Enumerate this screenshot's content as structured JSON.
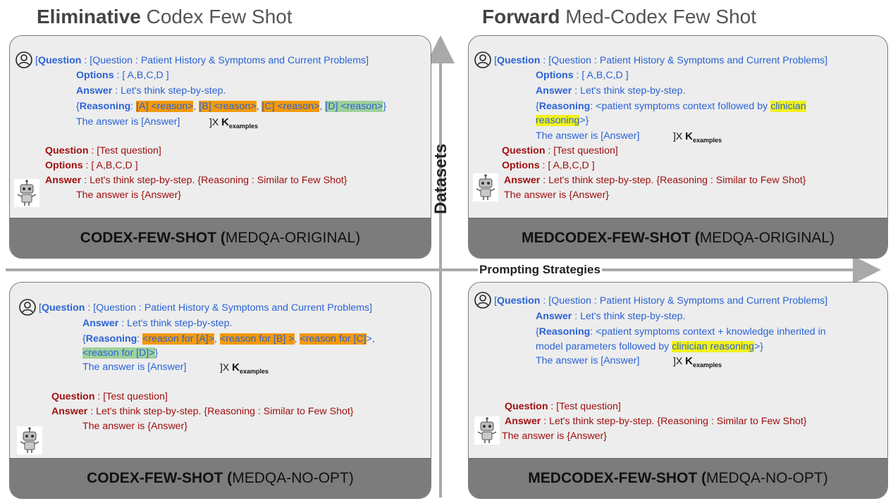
{
  "headings": {
    "left": {
      "bold": "Eliminative",
      "rest": " Codex Few Shot"
    },
    "right": {
      "bold": "Forward",
      "rest": " Med-Codex Few Shot"
    }
  },
  "axes": {
    "y_label": "Datasets",
    "x_label": "Prompting Strategies"
  },
  "panels": {
    "tl": {
      "footer_bold": "CODEX-FEW-SHOT (",
      "footer_rest": "MEDQA-ORIGINAL)",
      "q_bracket": "[",
      "q_label": "Question",
      "q_text": " : [Question : Patient History & Symptoms and Current Problems]",
      "opt_label": "Options",
      "opt_text": " : [ A,B,C,D ]",
      "ans_label": "Answer",
      "ans_text": " : Let's think step-by-step.",
      "reason_open": "{",
      "reason_label": "Reasoning",
      "reason_colon": ": ",
      "reason_a": "[A] <reason>",
      "reason_b": "[B] <reason>",
      "reason_c": "[C] <reason>",
      "reason_d": "[D] <reason>",
      "sep": ", ",
      "reason_close": "}",
      "final": "The answer is [Answer]",
      "mult": "]X ",
      "k": "K",
      "k_sub": "examples",
      "tq_label": "Question",
      "tq_text": " : [Test question]",
      "to_label": "Options",
      "to_text": " : [ A,B,C,D ]",
      "ta_label": "Answer",
      "ta_text": " : Let's think step-by-step. {Reasoning : Similar to Few Shot}",
      "ta_final": "The answer is {Answer}"
    },
    "tr": {
      "footer_bold": "MEDCODEX-FEW-SHOT (",
      "footer_rest": "MEDQA-ORIGINAL)",
      "q_bracket": "[",
      "q_label": "Question",
      "q_text": " : [Question : Patient History & Symptoms and Current Problems]",
      "opt_label": "Options",
      "opt_text": " : [ A,B,C,D ]",
      "ans_label": "Answer",
      "ans_text": " : Let's think step-by-step.",
      "reason_open": "{",
      "reason_label": "Reasoning",
      "reason_text1": ": <patient symptoms context followed by ",
      "reason_hl1": "clinician",
      "reason_hl2": "reasoning",
      "reason_close": ">}",
      "final": "The answer is [Answer]",
      "mult": "]X ",
      "k": "K",
      "k_sub": "examples",
      "tq_label": "Question",
      "tq_text": " : [Test question]",
      "to_label": "Options",
      "to_text": " : [ A,B,C,D ]",
      "ta_label": "Answer",
      "ta_text": " : Let's think step-by-step. {Reasoning : Similar to Few Shot}",
      "ta_final": "The answer is {Answer}"
    },
    "bl": {
      "footer_bold": "CODEX-FEW-SHOT (",
      "footer_rest": "MEDQA-NO-OPT)",
      "q_bracket": "[",
      "q_label": "Question",
      "q_text": " : [Question : Patient History & Symptoms and Current Problems]",
      "ans_label": "Answer",
      "ans_text": " : Let's think step-by-step.",
      "reason_open": "{",
      "reason_label": "Reasoning",
      "reason_colon": ": ",
      "reason_a": "<reason for [A]>",
      "reason_b": "<reason for [B] >",
      "reason_c": "<reason for [C]",
      "reason_c_close": ">,",
      "reason_d": "<reason for [D]>",
      "reason_close": "}",
      "sep": ", ",
      "final": "The answer is [Answer]",
      "mult": "]X ",
      "k": "K",
      "k_sub": "examples",
      "tq_label": "Question",
      "tq_text": " : [Test question]",
      "ta_label": "Answer",
      "ta_text": " : Let's think step-by-step. {Reasoning : Similar to Few Shot}",
      "ta_final": "The answer is {Answer}"
    },
    "br": {
      "footer_bold": "MEDCODEX-FEW-SHOT (",
      "footer_rest": "MEDQA-NO-OPT)",
      "q_bracket": "[",
      "q_label": "Question",
      "q_text": " : [Question : Patient History & Symptoms and Current Problems]",
      "ans_label": "Answer",
      "ans_text": " : Let's think step-by-step.",
      "reason_open": "{",
      "reason_label": "Reasoning",
      "reason_text1": ": <patient symptoms context + knowledge inherited in",
      "reason_text2": "model parameters followed by ",
      "reason_hl": "clinician reasoning",
      "reason_close": ">}",
      "final": "The answer is [Answer]",
      "mult": "]X ",
      "k": "K",
      "k_sub": "examples",
      "tq_label": "Question",
      "tq_text": " : [Test question]",
      "ta_label": "Answer",
      "ta_text": " : Let's think step-by-step. {Reasoning : Similar to Few Shot}",
      "ta_final": "The answer is {Answer}"
    }
  },
  "icons": {
    "user": "user-circle-icon",
    "robot": "robot-icon"
  },
  "colors": {
    "blue_text": "#2a63d6",
    "red_text": "#a01010",
    "orange_hl": "#f49a0a",
    "green_hl": "#9fd19a",
    "yellow_hl": "#f2f11a",
    "footer_bg": "#7c7c7c"
  }
}
